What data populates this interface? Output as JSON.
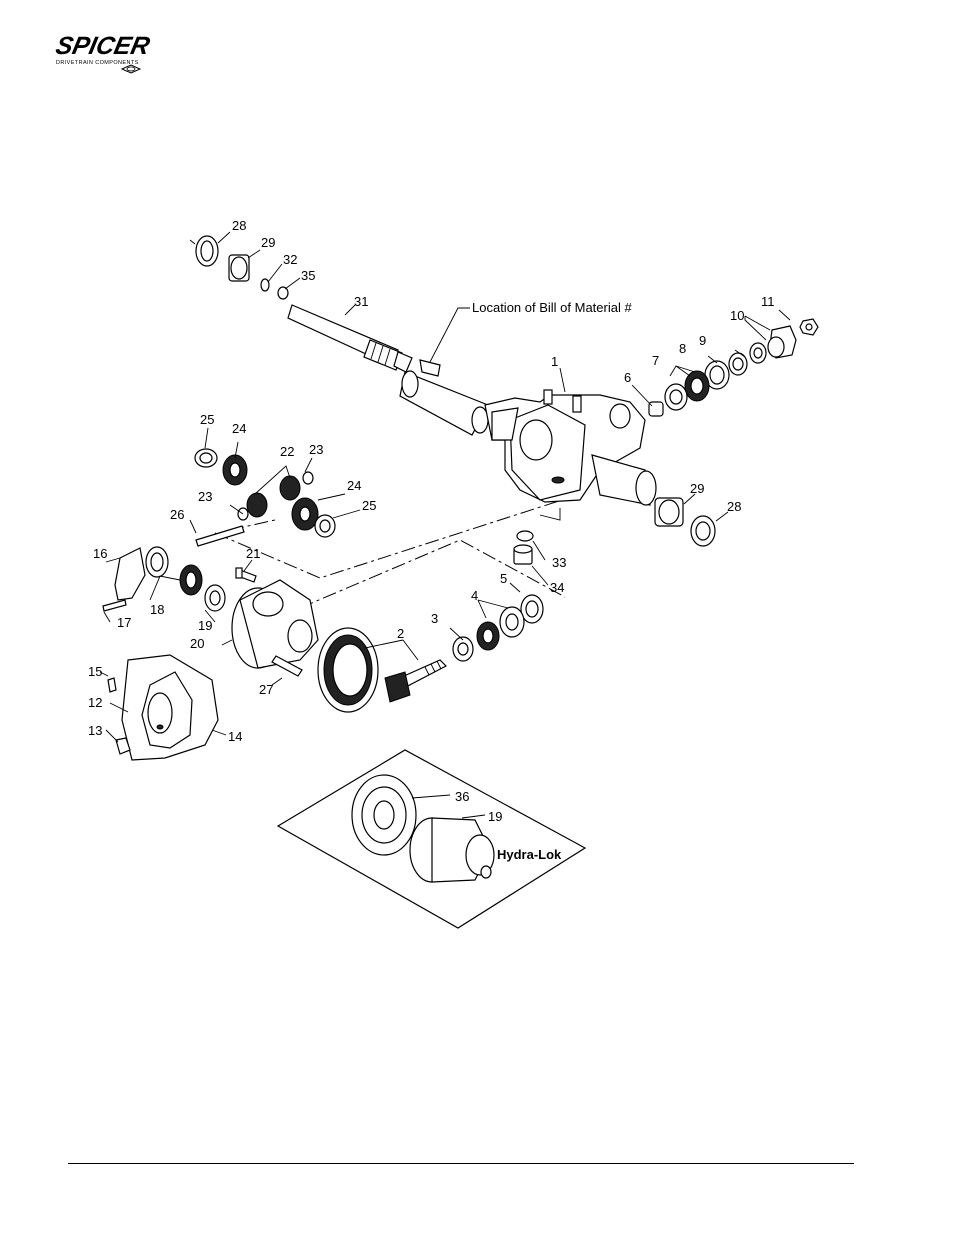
{
  "brand": {
    "name": "SPICER",
    "tagline": "DRIVETRAIN COMPONENTS"
  },
  "diagram": {
    "bom_label": "Location of Bill of Material #",
    "inset_label": "Hydra-Lok",
    "callouts": [
      "28",
      "29",
      "32",
      "35",
      "31",
      "11",
      "10",
      "9",
      "8",
      "7",
      "6",
      "1",
      "25",
      "24",
      "22",
      "23",
      "23",
      "24",
      "25",
      "26",
      "29",
      "28",
      "16",
      "18",
      "21",
      "33",
      "34",
      "5",
      "17",
      "19",
      "20",
      "4",
      "3",
      "2",
      "27",
      "15",
      "12",
      "13",
      "14",
      "36",
      "19"
    ]
  }
}
